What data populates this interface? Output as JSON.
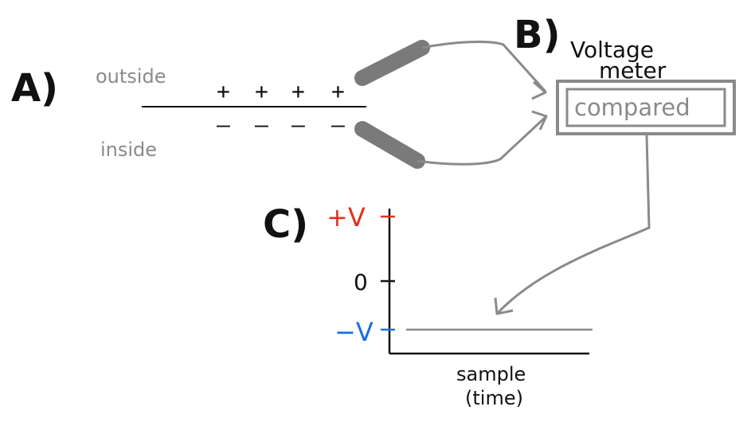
{
  "panels": {
    "a": {
      "letter": "A)",
      "outside_label": "outside",
      "inside_label": "inside",
      "positive_charges": [
        "+",
        "+",
        "+",
        "+"
      ],
      "negative_charges": [
        "–",
        "–",
        "–",
        "–"
      ]
    },
    "b": {
      "letter": "B)",
      "meter_title_line1": "Voltage",
      "meter_title_line2": "meter",
      "meter_box_label": "compared"
    },
    "c": {
      "letter": "C)",
      "y_tick_top": "+V",
      "y_tick_mid": "0",
      "y_tick_bottom": "−V",
      "x_label_line1": "sample",
      "x_label_line2": "(time)"
    }
  },
  "colors": {
    "ink": "#111111",
    "pencil_gray": "#8a8a8a",
    "probe_gray": "#7a7a7a",
    "positive_red": "#e0301e",
    "negative_blue": "#1a6fe0"
  },
  "chart_data": {
    "type": "line",
    "xlabel": "sample\n(time)",
    "ylabel": "",
    "y_ticks": [
      "+V",
      "0",
      "−V"
    ],
    "series": [
      {
        "values": [
          -1,
          -1,
          -1,
          -1,
          -1,
          -1,
          -1,
          -1,
          -1,
          -1
        ]
      }
    ],
    "ylim": [
      -1.4,
      1
    ]
  }
}
